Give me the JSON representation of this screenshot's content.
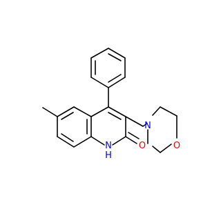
{
  "molecule": {
    "atoms": [
      {
        "id": "N1",
        "symbol": "N",
        "label": "N",
        "color": "#0000ff"
      },
      {
        "id": "H1",
        "symbol": "H",
        "label": "H",
        "color": "#0000ff"
      },
      {
        "id": "O1",
        "symbol": "O",
        "label": "O",
        "color": "#ff0000"
      },
      {
        "id": "N2",
        "symbol": "N",
        "label": "N",
        "color": "#0000ff"
      },
      {
        "id": "O2",
        "symbol": "O",
        "label": "O",
        "color": "#ff0000"
      }
    ],
    "bond_color": "#000000"
  }
}
